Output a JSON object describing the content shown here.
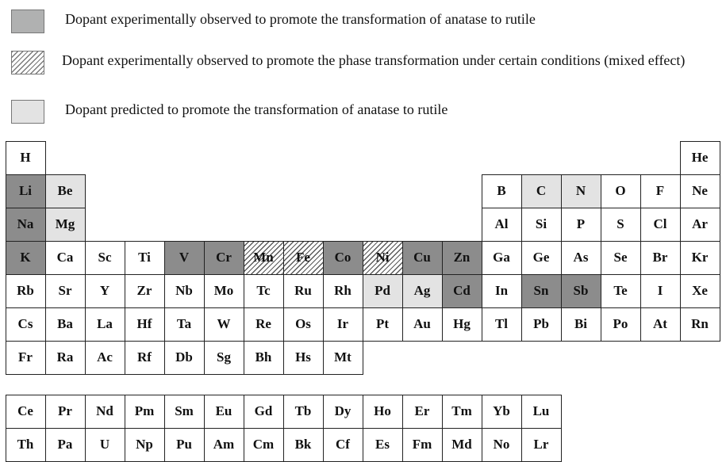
{
  "legend": [
    {
      "text": "Dopant experimentally observed to promote the transformation of anatase to rutile",
      "fill": "solid"
    },
    {
      "text": "Dopant experimentally observed to promote the phase transformation under certain conditions (mixed effect)",
      "fill": "hatch"
    },
    {
      "text": "Dopant predicted to promote the transformation of anatase to rutile",
      "fill": "light"
    }
  ],
  "colors": {
    "promote": "#8c8c8c",
    "predicted": "#e3e3e3",
    "mixed_hatch": "#5a5a5a",
    "legend_solid": "#b0b1b1"
  },
  "main_table": [
    [
      [
        "H",
        ""
      ],
      "",
      "",
      "",
      "",
      "",
      "",
      "",
      "",
      "",
      "",
      "",
      "",
      "",
      "",
      "",
      "",
      [
        "He",
        ""
      ]
    ],
    [
      [
        "Li",
        "dark"
      ],
      [
        "Be",
        "light"
      ],
      "",
      "",
      "",
      "",
      "",
      "",
      "",
      "",
      "",
      "",
      [
        "B",
        ""
      ],
      [
        "C",
        "light"
      ],
      [
        "N",
        "light"
      ],
      [
        "O",
        ""
      ],
      [
        "F",
        ""
      ],
      [
        "Ne",
        ""
      ]
    ],
    [
      [
        "Na",
        "dark"
      ],
      [
        "Mg",
        "light"
      ],
      "",
      "",
      "",
      "",
      "",
      "",
      "",
      "",
      "",
      "",
      [
        "Al",
        ""
      ],
      [
        "Si",
        ""
      ],
      [
        "P",
        ""
      ],
      [
        "S",
        ""
      ],
      [
        "Cl",
        ""
      ],
      [
        "Ar",
        ""
      ]
    ],
    [
      [
        "K",
        "dark"
      ],
      [
        "Ca",
        ""
      ],
      [
        "Sc",
        ""
      ],
      [
        "Ti",
        ""
      ],
      [
        "V",
        "dark"
      ],
      [
        "Cr",
        "dark"
      ],
      [
        "Mn",
        "hatch"
      ],
      [
        "Fe",
        "hatch"
      ],
      [
        "Co",
        "dark"
      ],
      [
        "Ni",
        "hatch"
      ],
      [
        "Cu",
        "dark"
      ],
      [
        "Zn",
        "dark"
      ],
      [
        "Ga",
        ""
      ],
      [
        "Ge",
        ""
      ],
      [
        "As",
        ""
      ],
      [
        "Se",
        ""
      ],
      [
        "Br",
        ""
      ],
      [
        "Kr",
        ""
      ]
    ],
    [
      [
        "Rb",
        ""
      ],
      [
        "Sr",
        ""
      ],
      [
        "Y",
        ""
      ],
      [
        "Zr",
        ""
      ],
      [
        "Nb",
        ""
      ],
      [
        "Mo",
        ""
      ],
      [
        "Tc",
        ""
      ],
      [
        "Ru",
        ""
      ],
      [
        "Rh",
        ""
      ],
      [
        "Pd",
        "light"
      ],
      [
        "Ag",
        "light"
      ],
      [
        "Cd",
        "dark"
      ],
      [
        "In",
        ""
      ],
      [
        "Sn",
        "dark"
      ],
      [
        "Sb",
        "dark"
      ],
      [
        "Te",
        ""
      ],
      [
        "I",
        ""
      ],
      [
        "Xe",
        ""
      ]
    ],
    [
      [
        "Cs",
        ""
      ],
      [
        "Ba",
        ""
      ],
      [
        "La",
        ""
      ],
      [
        "Hf",
        ""
      ],
      [
        "Ta",
        ""
      ],
      [
        "W",
        ""
      ],
      [
        "Re",
        ""
      ],
      [
        "Os",
        ""
      ],
      [
        "Ir",
        ""
      ],
      [
        "Pt",
        ""
      ],
      [
        "Au",
        ""
      ],
      [
        "Hg",
        ""
      ],
      [
        "Tl",
        ""
      ],
      [
        "Pb",
        ""
      ],
      [
        "Bi",
        ""
      ],
      [
        "Po",
        ""
      ],
      [
        "At",
        ""
      ],
      [
        "Rn",
        ""
      ]
    ],
    [
      [
        "Fr",
        ""
      ],
      [
        "Ra",
        ""
      ],
      [
        "Ac",
        ""
      ],
      [
        "Rf",
        ""
      ],
      [
        "Db",
        ""
      ],
      [
        "Sg",
        ""
      ],
      [
        "Bh",
        ""
      ],
      [
        "Hs",
        ""
      ],
      [
        "Mt",
        ""
      ],
      "",
      "",
      "",
      "",
      "",
      "",
      "",
      "",
      ""
    ]
  ],
  "f_block": [
    [
      [
        "Ce",
        ""
      ],
      [
        "Pr",
        ""
      ],
      [
        "Nd",
        ""
      ],
      [
        "Pm",
        ""
      ],
      [
        "Sm",
        ""
      ],
      [
        "Eu",
        ""
      ],
      [
        "Gd",
        ""
      ],
      [
        "Tb",
        ""
      ],
      [
        "Dy",
        ""
      ],
      [
        "Ho",
        ""
      ],
      [
        "Er",
        ""
      ],
      [
        "Tm",
        ""
      ],
      [
        "Yb",
        ""
      ],
      [
        "Lu",
        ""
      ]
    ],
    [
      [
        "Th",
        ""
      ],
      [
        "Pa",
        ""
      ],
      [
        "U",
        ""
      ],
      [
        "Np",
        ""
      ],
      [
        "Pu",
        ""
      ],
      [
        "Am",
        ""
      ],
      [
        "Cm",
        ""
      ],
      [
        "Bk",
        ""
      ],
      [
        "Cf",
        ""
      ],
      [
        "Es",
        ""
      ],
      [
        "Fm",
        ""
      ],
      [
        "Md",
        ""
      ],
      [
        "No",
        ""
      ],
      [
        "Lr",
        ""
      ]
    ]
  ]
}
